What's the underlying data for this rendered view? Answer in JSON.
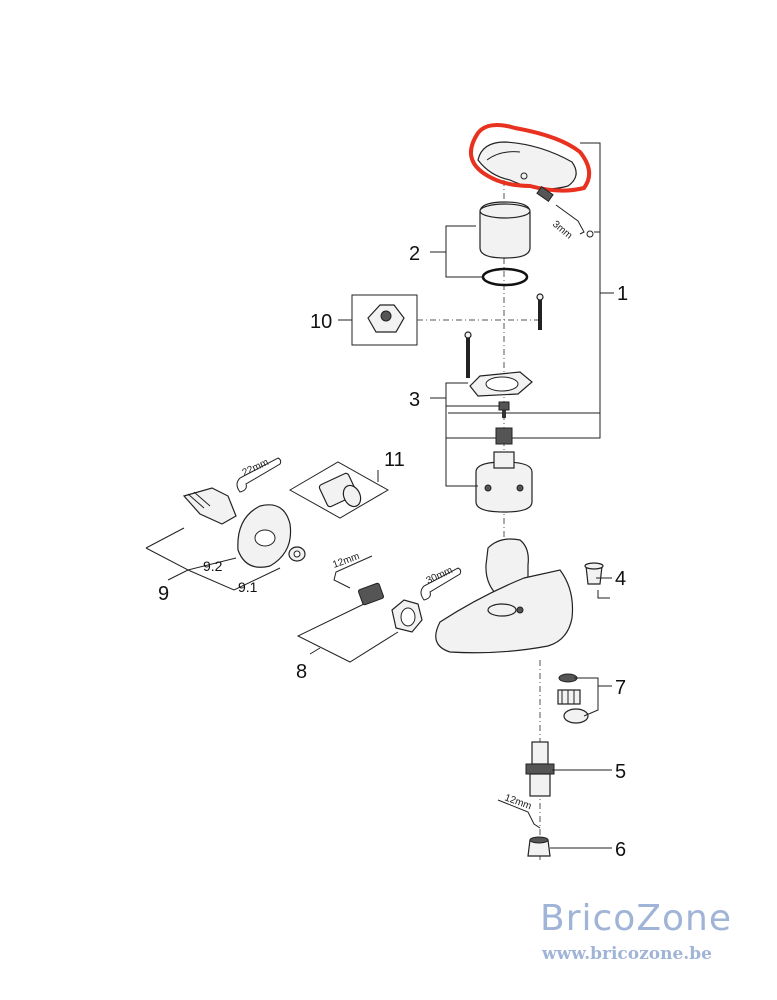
{
  "callouts": [
    "1",
    "2",
    "3",
    "4",
    "5",
    "6",
    "7",
    "8",
    "9",
    "9.1",
    "9.2",
    "10",
    "11"
  ],
  "tools": {
    "hex_3mm": "3mm",
    "hex_12mm_a": "12mm",
    "hex_12mm_b": "12mm",
    "wrench_22mm": "22mm",
    "wrench_30mm": "30mm"
  },
  "watermark": {
    "title": "BricoZone",
    "url": "www.bricozone.be"
  },
  "colors": {
    "highlight": "#e8321f",
    "watermark": "#9fb4d6",
    "line": "#222222"
  }
}
